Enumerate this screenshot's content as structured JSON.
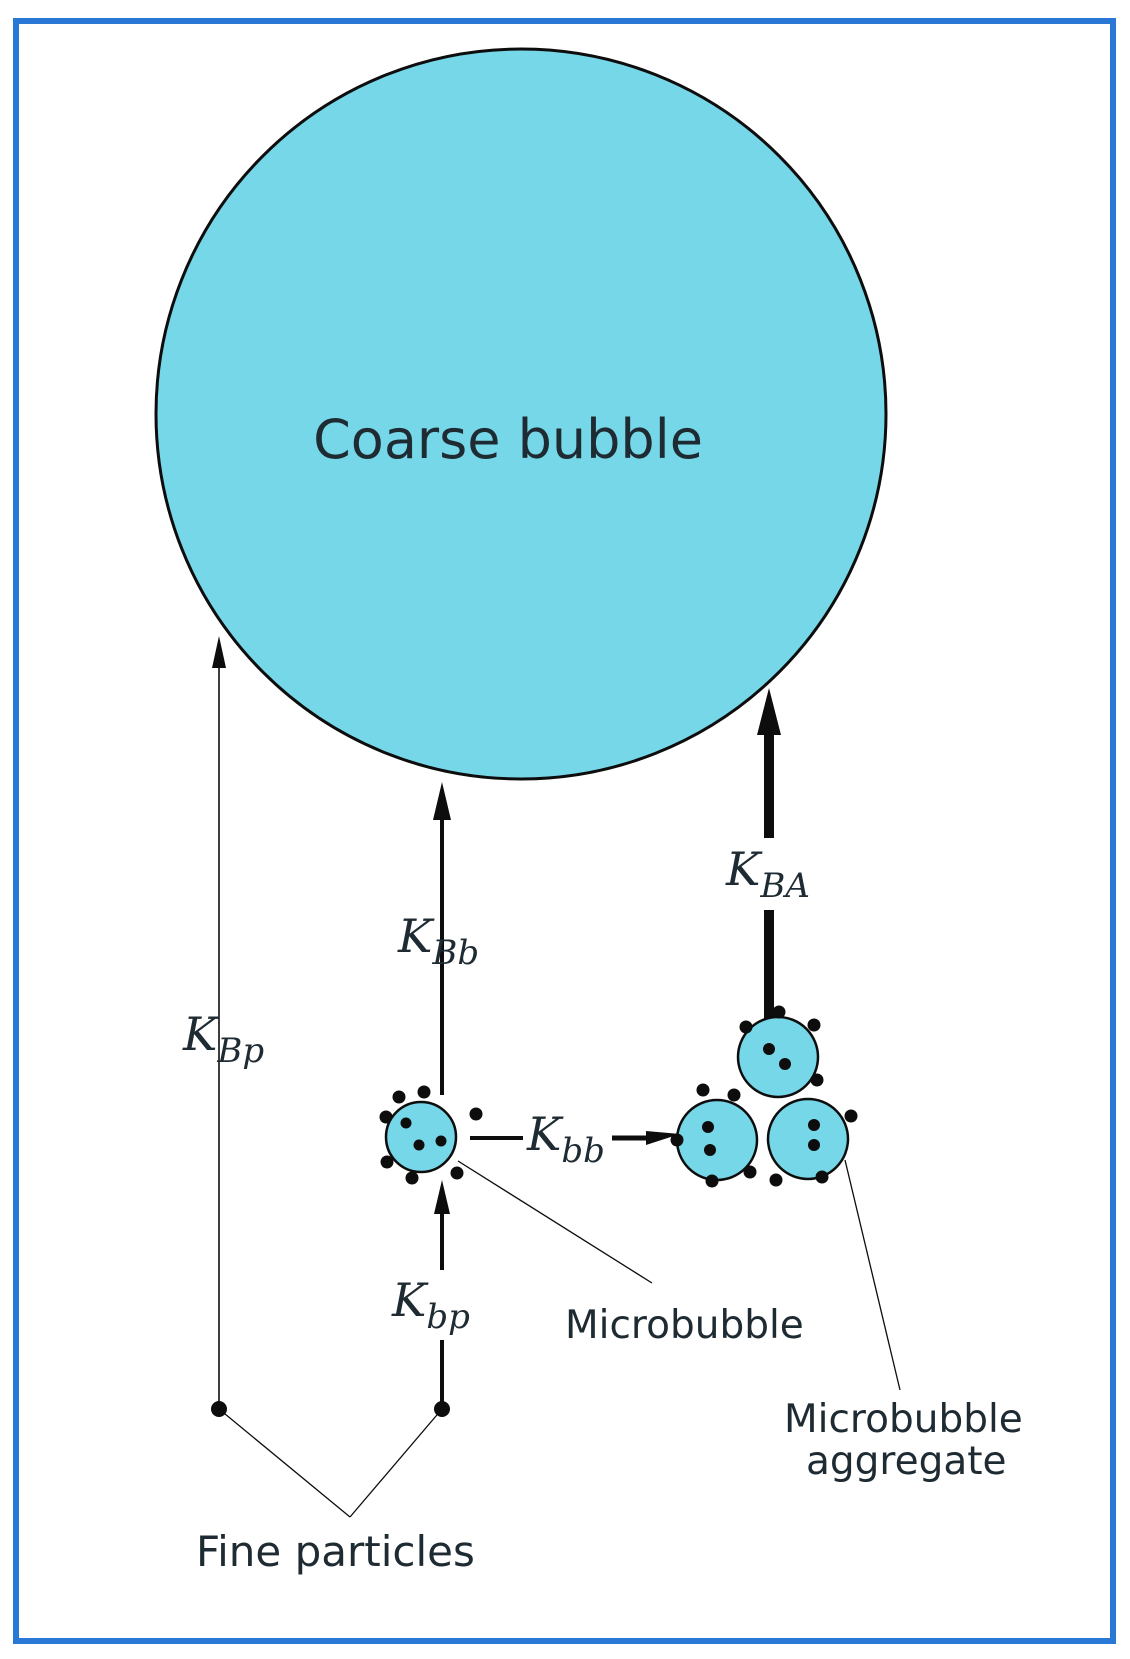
{
  "colors": {
    "frame": "#2a78d6",
    "bubble_fill": "#76d7e8",
    "outline": "#0d0d0d",
    "text": "#1f2b33"
  },
  "labels": {
    "coarse_bubble": "Coarse bubble",
    "microbubble": "Microbubble",
    "aggregate_line1": "Microbubble",
    "aggregate_line2": "aggregate",
    "fine_particles": "Fine particles"
  },
  "rates": {
    "k_bp_upper": {
      "main": "K",
      "sub": "Bp"
    },
    "k_bb_upper": {
      "main": "K",
      "sub": "Bb"
    },
    "k_ba": {
      "main": "K",
      "sub": "BA"
    },
    "k_bb_lower": {
      "main": "K",
      "sub": "bb"
    },
    "k_bp_lower": {
      "main": "K",
      "sub": "bp"
    }
  }
}
